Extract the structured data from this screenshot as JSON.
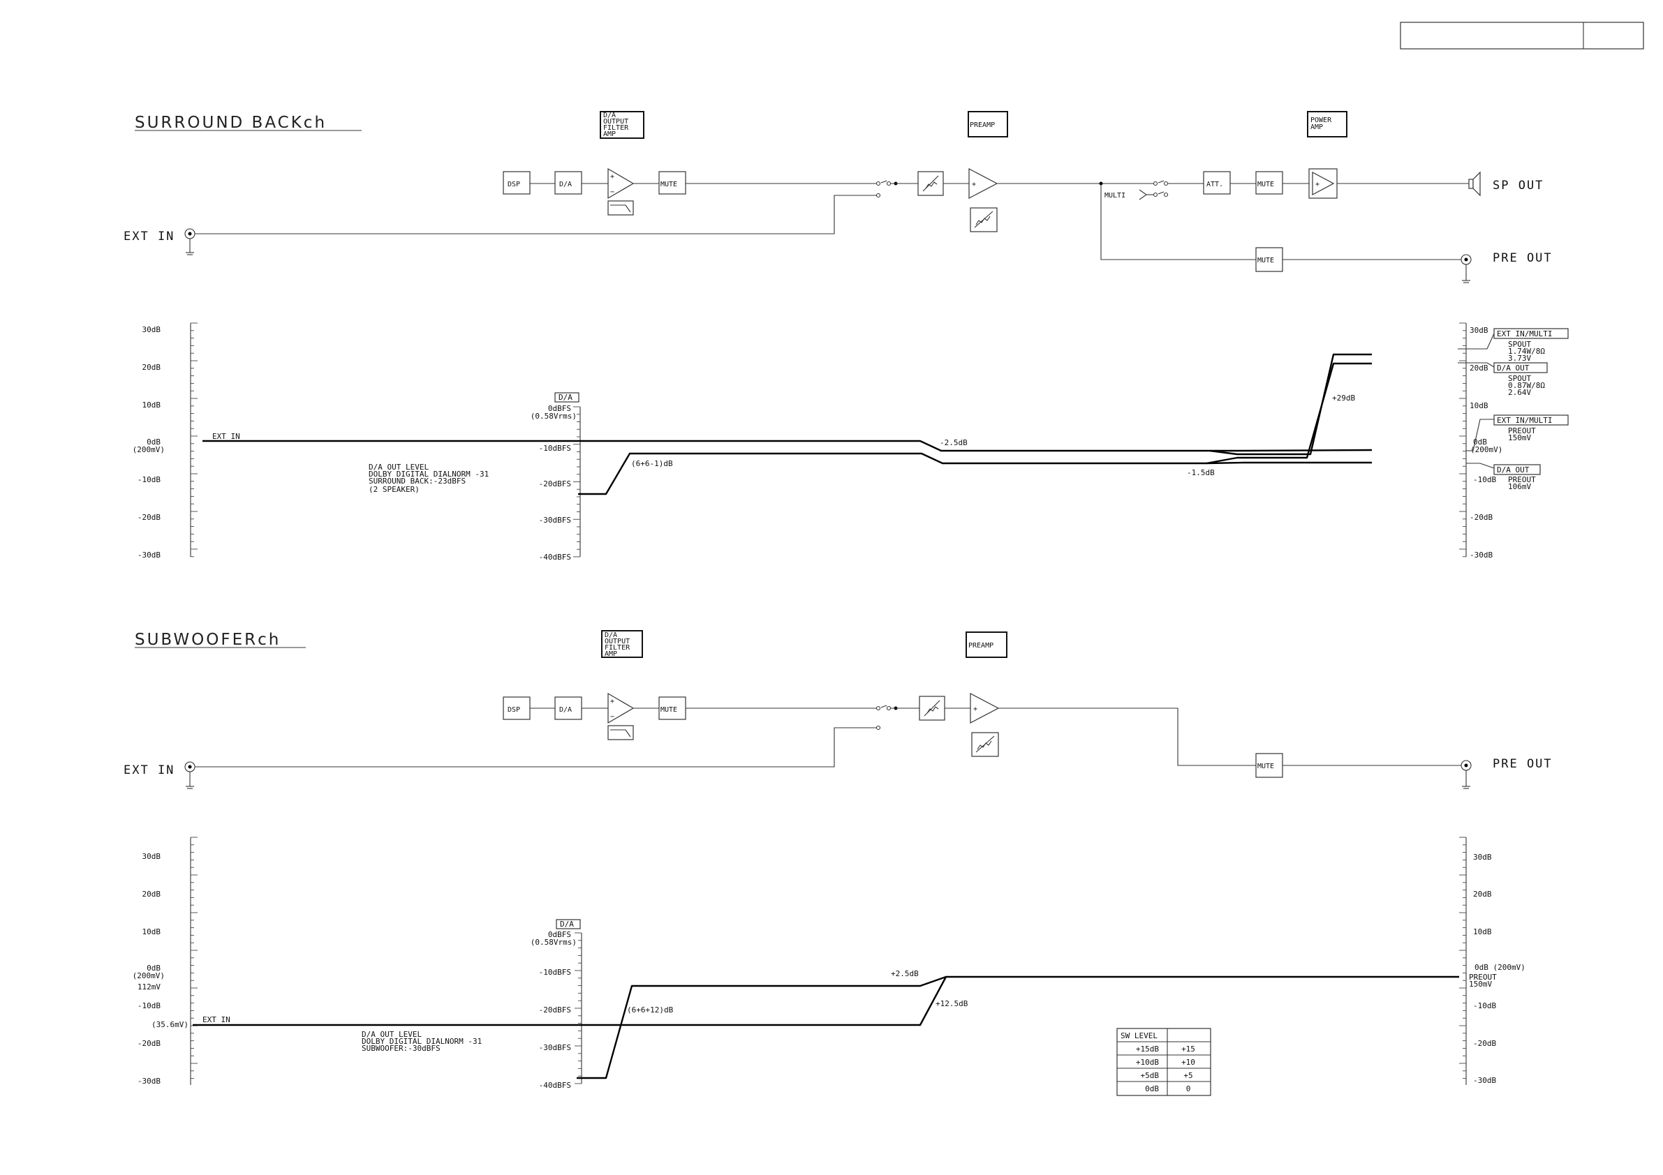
{
  "title_block": {
    "cell1": "",
    "cell2": ""
  },
  "surround": {
    "title": "SURROUND BACKch",
    "headers": {
      "da_filter": [
        "D/A",
        "OUTPUT",
        "FILTER",
        "AMP"
      ],
      "preamp": "PREAMP",
      "power_amp": [
        "POWER",
        "AMP"
      ]
    },
    "blocks": {
      "dsp": "DSP",
      "da": "D/A",
      "mute1": "MUTE",
      "att": "ATT.",
      "mute2": "MUTE",
      "mute3": "MUTE",
      "multi": "MULTI"
    },
    "io": {
      "ext_in": "EXT IN",
      "sp_out": "SP OUT",
      "pre_out": "PRE OUT"
    },
    "left_scale": [
      "30dB",
      "20dB",
      "10dB",
      "0dB",
      "(200mV)",
      "-10dB",
      "-20dB",
      "-30dB"
    ],
    "da_scale": {
      "header": "D/A",
      "labels": [
        "0dBFS",
        "(0.58Vrms)",
        "-10dBFS",
        "-20dBFS",
        "-30dBFS",
        "-40dBFS"
      ]
    },
    "right_scale": [
      "30dB",
      "20dB",
      "10dB",
      "0dB",
      "(200mV)",
      "-10dB",
      "-20dB",
      "-30dB"
    ],
    "notes": {
      "ext_in": "EXT IN",
      "da_out": [
        "D/A OUT LEVEL",
        "DOLBY DIGITAL DIALNORM -31",
        "SURROUND BACK:-23dBFS",
        "(2 SPEAKER)"
      ],
      "gain_da": "(6+6-1)dB",
      "minus_2_5": "-2.5dB",
      "minus_1_5": "-1.5dB",
      "plus_29": "+29dB"
    },
    "right_labels": {
      "ext_multi_1": "EXT IN/MULTI",
      "spout_1": [
        "SPOUT",
        "1.74W/8Ω",
        "3.73V"
      ],
      "da_out_1": "D/A OUT",
      "spout_2": [
        "SPOUT",
        "0.87W/8Ω",
        "2.64V"
      ],
      "ext_multi_2": "EXT IN/MULTI",
      "preout_1": [
        "PREOUT",
        "150mV"
      ],
      "da_out_2": "D/A OUT",
      "preout_2": [
        "PREOUT",
        "106mV"
      ]
    }
  },
  "subwoofer": {
    "title": "SUBWOOFERch",
    "headers": {
      "da_filter": [
        "D/A",
        "OUTPUT",
        "FILTER",
        "AMP"
      ],
      "preamp": "PREAMP"
    },
    "blocks": {
      "dsp": "DSP",
      "da": "D/A",
      "mute1": "MUTE",
      "mute2": "MUTE"
    },
    "io": {
      "ext_in": "EXT IN",
      "pre_out": "PRE OUT"
    },
    "left_scale": [
      "30dB",
      "20dB",
      "10dB",
      "0dB",
      "(200mV)",
      "112mV",
      "-10dB",
      "(35.6mV)",
      "-20dB",
      "-30dB"
    ],
    "da_scale": {
      "header": "D/A",
      "labels": [
        "0dBFS",
        "(0.58Vrms)",
        "-10dBFS",
        "-20dBFS",
        "-30dBFS",
        "-40dBFS"
      ]
    },
    "right_scale": [
      "30dB",
      "20dB",
      "10dB",
      "0dB (200mV)",
      "PREOUT",
      "150mV",
      "-10dB",
      "-20dB",
      "-30dB"
    ],
    "notes": {
      "ext_in": "EXT IN",
      "da_out": [
        "D/A OUT LEVEL",
        "DOLBY DIGITAL DIALNORM -31",
        "SUBWOOFER:-30dBFS"
      ],
      "gain_da": "(6+6+12)dB",
      "plus_2_5": "+2.5dB",
      "plus_12_5": "+12.5dB"
    },
    "sw_table": {
      "header": [
        "SW LEVEL",
        ""
      ],
      "rows": [
        [
          "+15dB",
          "+15"
        ],
        [
          "+10dB",
          "+10"
        ],
        [
          "+5dB",
          "+5"
        ],
        [
          "0dB",
          "0"
        ]
      ]
    }
  }
}
